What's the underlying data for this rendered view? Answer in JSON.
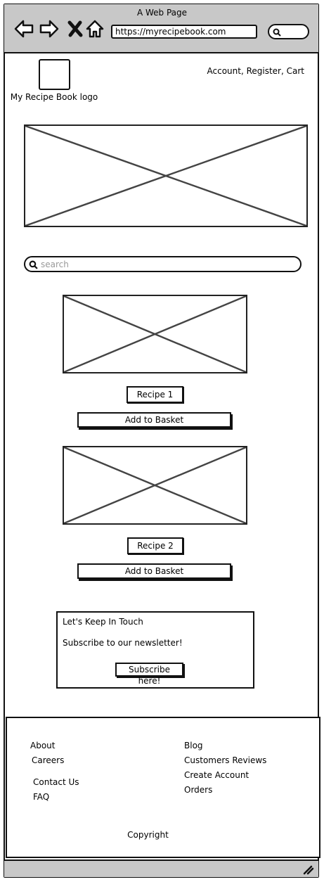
{
  "browser": {
    "title": "A Web Page",
    "url": "https://myrecipebook.com",
    "icons": [
      "back-arrow-icon",
      "forward-arrow-icon",
      "close-icon",
      "home-icon",
      "search-icon"
    ]
  },
  "header": {
    "logo_label": "My Recipe Book logo",
    "account_links": "Account, Register, Cart"
  },
  "search": {
    "placeholder": "search"
  },
  "recipes": [
    {
      "name": "Recipe 1",
      "button": "Add to Basket"
    },
    {
      "name": "Recipe 2",
      "button": "Add to Basket"
    }
  ],
  "newsletter": {
    "title": "Let's Keep In Touch",
    "text": "Subscribe to our newsletter!",
    "button": "Subscribe here!"
  },
  "footer": {
    "left_links": [
      "About",
      "Careers",
      "Contact Us",
      "FAQ"
    ],
    "right_links": [
      "Blog",
      "Customers Reviews",
      "Create Account",
      "Orders"
    ],
    "copyright": "Copyright"
  },
  "colors": {
    "chrome": "#c8c8c8",
    "ink": "#111111",
    "placeholder_hint": "#999999"
  }
}
